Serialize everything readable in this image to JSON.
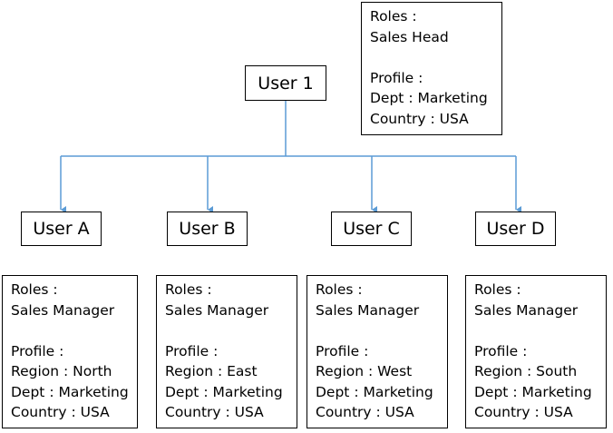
{
  "colors": {
    "connector": "#5b9bd5",
    "border": "#000000"
  },
  "root": {
    "name": "User 1",
    "roles_label": "Roles :",
    "role": "Sales Head",
    "profile_label": "Profile :",
    "dept": "Dept : Marketing",
    "country": "Country : USA"
  },
  "children": [
    {
      "name": "User A",
      "roles_label": "Roles :",
      "role": "Sales Manager",
      "profile_label": "Profile :",
      "region": "Region : North",
      "dept": "Dept : Marketing",
      "country": "Country : USA"
    },
    {
      "name": "User B",
      "roles_label": "Roles :",
      "role": "Sales Manager",
      "profile_label": "Profile :",
      "region": "Region : East",
      "dept": "Dept : Marketing",
      "country": "Country : USA"
    },
    {
      "name": "User C",
      "roles_label": "Roles :",
      "role": "Sales Manager",
      "profile_label": "Profile :",
      "region": "Region : West",
      "dept": "Dept : Marketing",
      "country": "Country : USA"
    },
    {
      "name": "User D",
      "roles_label": "Roles :",
      "role": "Sales Manager",
      "profile_label": "Profile :",
      "region": "Region : South",
      "dept": "Dept : Marketing",
      "country": "Country : USA"
    }
  ]
}
